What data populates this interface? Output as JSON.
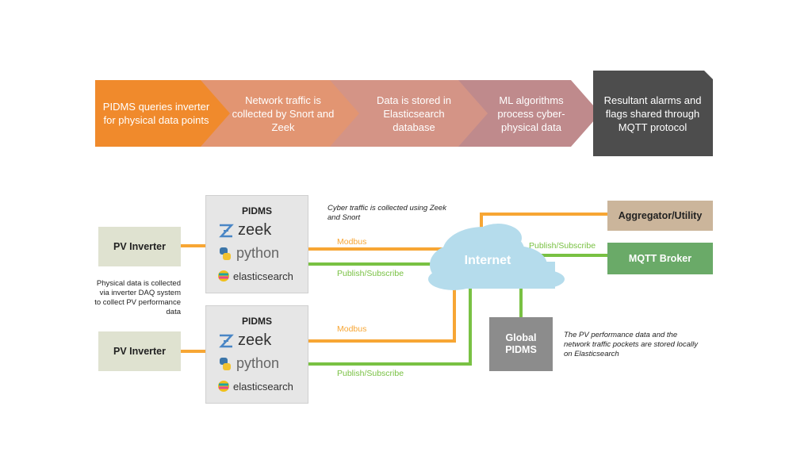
{
  "process_steps": [
    {
      "text": "PIDMS queries inverter for physical data points",
      "color": "#f08a2c"
    },
    {
      "text": "Network traffic is collected by Snort and Zeek",
      "color": "#e29572"
    },
    {
      "text": "Data is stored in Elasticsearch database",
      "color": "#d49486"
    },
    {
      "text": "ML algorithms process cyber-physical data",
      "color": "#bf8a8c"
    },
    {
      "text": "Resultant alarms and flags shared through MQTT protocol",
      "color": "#4d4d4d"
    }
  ],
  "network": {
    "pv_inverter_top": "PV Inverter",
    "pv_inverter_bottom": "PV Inverter",
    "pidms_top": {
      "title": "PIDMS",
      "zeek": "zeek",
      "python": "python",
      "elastic": "elasticsearch"
    },
    "pidms_bottom": {
      "title": "PIDMS",
      "zeek": "zeek",
      "python": "python",
      "elastic": "elasticsearch"
    },
    "internet": "Internet",
    "aggregator": "Aggregator/Utility",
    "mqtt_broker": "MQTT Broker",
    "global_pidms": "Global PIDMS",
    "modbus_top": "Modbus",
    "pubsub_top": "Publish/Subscribe",
    "modbus_bottom": "Modbus",
    "pubsub_bottom": "Publish/Subscribe",
    "pubsub_right": "Publish/Subscribe",
    "note_cyber": "Cyber traffic is collected using Zeek and Snort",
    "note_physical": "Physical data is collected via inverter DAQ system to collect PV performance data",
    "note_storage": "The PV performance data and the network traffic pockets are stored locally on Elasticsearch"
  },
  "colors": {
    "modbus": "#f7a634",
    "pubsub": "#79c143",
    "pv_box": "#dfe2d0",
    "aggregator": "#cbb59b",
    "mqtt": "#6aaa68",
    "global": "#8c8c8c",
    "cloud": "#b5dcec"
  }
}
